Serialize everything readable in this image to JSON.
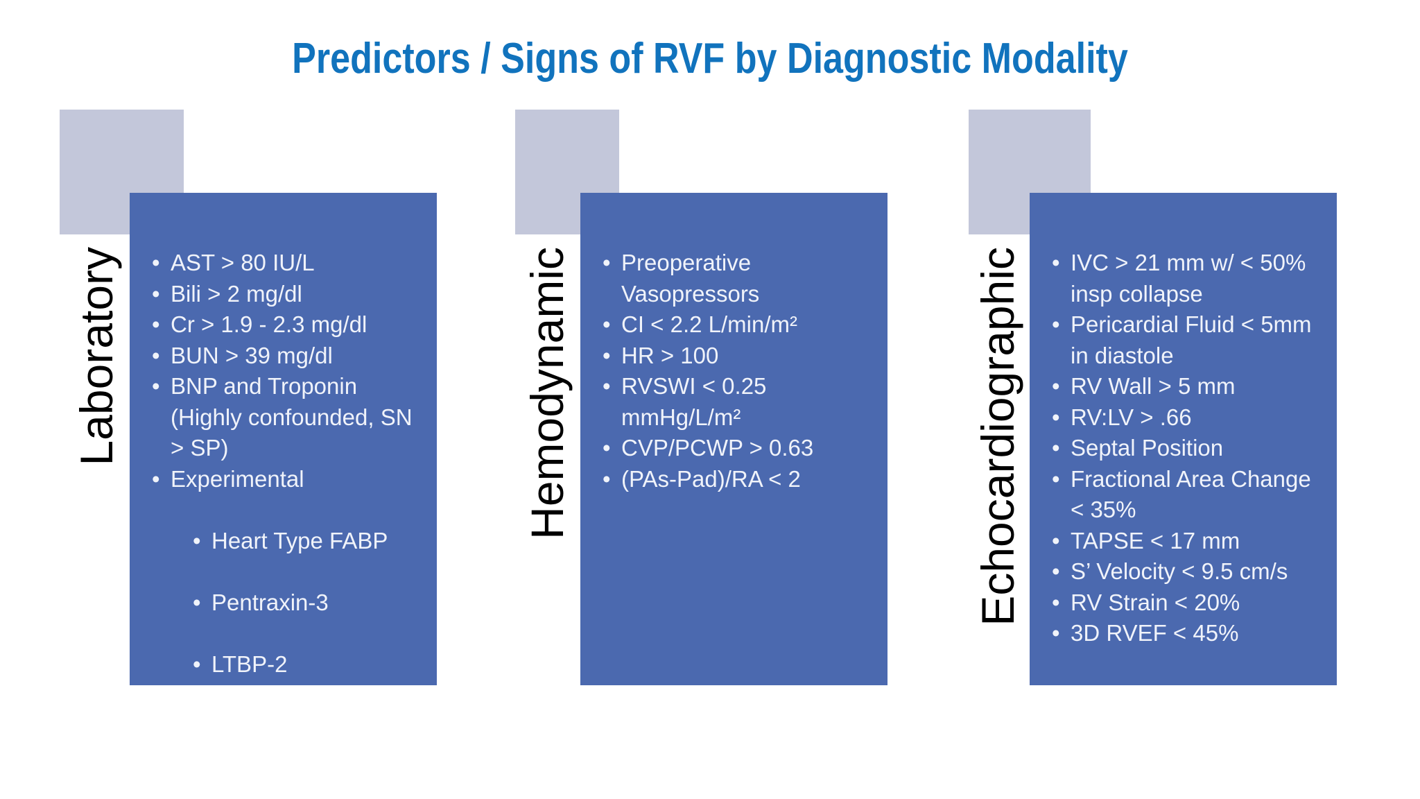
{
  "slide": {
    "title": "Predictors / Signs of RVF by Diagnostic Modality",
    "colors": {
      "title_color": "#1173BD",
      "box_color": "#4B69AF",
      "square_color": "#C3C7DA",
      "label_color": "#000000",
      "bullet_text_color": "#F0F3FA"
    }
  },
  "columns": [
    {
      "label": "Laboratory",
      "items": [
        {
          "text": "AST > 80 IU/L"
        },
        {
          "text": "Bili > 2 mg/dl"
        },
        {
          "text": "Cr > 1.9 - 2.3 mg/dl"
        },
        {
          "text": "BUN > 39 mg/dl"
        },
        {
          "text": "BNP and Troponin\n(Highly confounded, SN\n> SP)"
        },
        {
          "text": "Experimental",
          "children": [
            {
              "text": "Heart Type FABP"
            },
            {
              "text": "Pentraxin-3"
            },
            {
              "text": "LTBP-2"
            }
          ]
        }
      ]
    },
    {
      "label": "Hemodynamic",
      "items": [
        {
          "text": "Preoperative\nVasopressors"
        },
        {
          "text": "CI < 2.2 L/min/m²"
        },
        {
          "text": "HR > 100"
        },
        {
          "text": "RVSWI < 0.25\nmmHg/L/m²"
        },
        {
          "text": "CVP/PCWP > 0.63"
        },
        {
          "text": "(PAs-Pad)/RA < 2"
        }
      ]
    },
    {
      "label": "Echocardiographic",
      "items": [
        {
          "text": "IVC > 21 mm w/ < 50%\ninsp collapse"
        },
        {
          "text": "Pericardial Fluid < 5mm\nin diastole"
        },
        {
          "text": "RV Wall > 5 mm"
        },
        {
          "text": "RV:LV > .66"
        },
        {
          "text": "Septal Position"
        },
        {
          "text": "Fractional Area Change\n< 35%"
        },
        {
          "text": "TAPSE < 17 mm"
        },
        {
          "text": "S’ Velocity < 9.5 cm/s"
        },
        {
          "text": "RV Strain < 20%"
        },
        {
          "text": "3D RVEF < 45%"
        }
      ]
    }
  ]
}
